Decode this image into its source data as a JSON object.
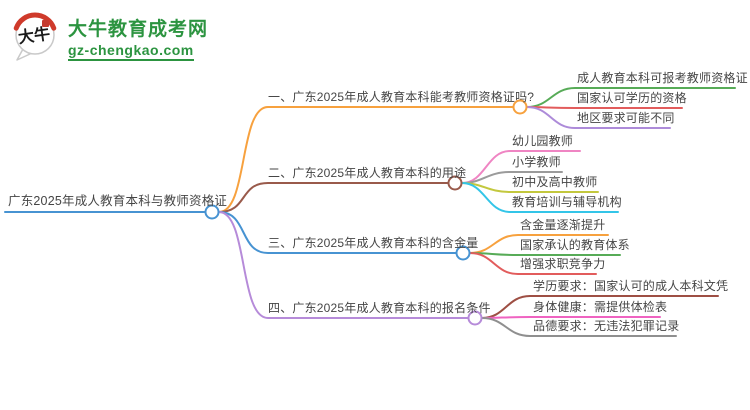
{
  "logo": {
    "icon_text": "大牛",
    "title": "大牛教育成考网",
    "domain": "gz-chengkao.com",
    "brand_color": "#2c9440"
  },
  "root": {
    "label": "广东2025年成人教育本科与教师资格证",
    "color": "#4793d2"
  },
  "branches": [
    {
      "label": "一、广东2025年成人教育本科能考教师资格证吗?",
      "color": "#f7a13e",
      "children": [
        {
          "label": "成人教育本科可报考教师资格证",
          "color": "#57ab57"
        },
        {
          "label": "国家认可学历的资格",
          "color": "#e25c5c"
        },
        {
          "label": "地区要求可能不同",
          "color": "#ad8bd9"
        }
      ]
    },
    {
      "label": "二、广东2025年成人教育本科的用途",
      "color": "#995a4b",
      "children": [
        {
          "label": "幼儿园教师",
          "color": "#ef85c3"
        },
        {
          "label": "小学教师",
          "color": "#9b9b9b"
        },
        {
          "label": "初中及高中教师",
          "color": "#c3c83e"
        },
        {
          "label": "教育培训与辅导机构",
          "color": "#33c5e8"
        }
      ]
    },
    {
      "label": "三、广东2025年成人教育本科的含金量",
      "color": "#4793d2",
      "children": [
        {
          "label": "含金量逐渐提升",
          "color": "#f7a13e"
        },
        {
          "label": "国家承认的教育体系",
          "color": "#57ab57"
        },
        {
          "label": "增强求职竞争力",
          "color": "#e25c5c"
        }
      ]
    },
    {
      "label": "四、广东2025年成人教育本科的报名条件",
      "color": "#b68bd9",
      "children": [
        {
          "label": "学历要求：国家认可的成人本科文凭",
          "color": "#9e4f44"
        },
        {
          "label": "身体健康：需提供体检表",
          "color": "#ef63c1"
        },
        {
          "label": "品德要求：无违法犯罪记录",
          "color": "#8f8f8f"
        }
      ]
    }
  ]
}
